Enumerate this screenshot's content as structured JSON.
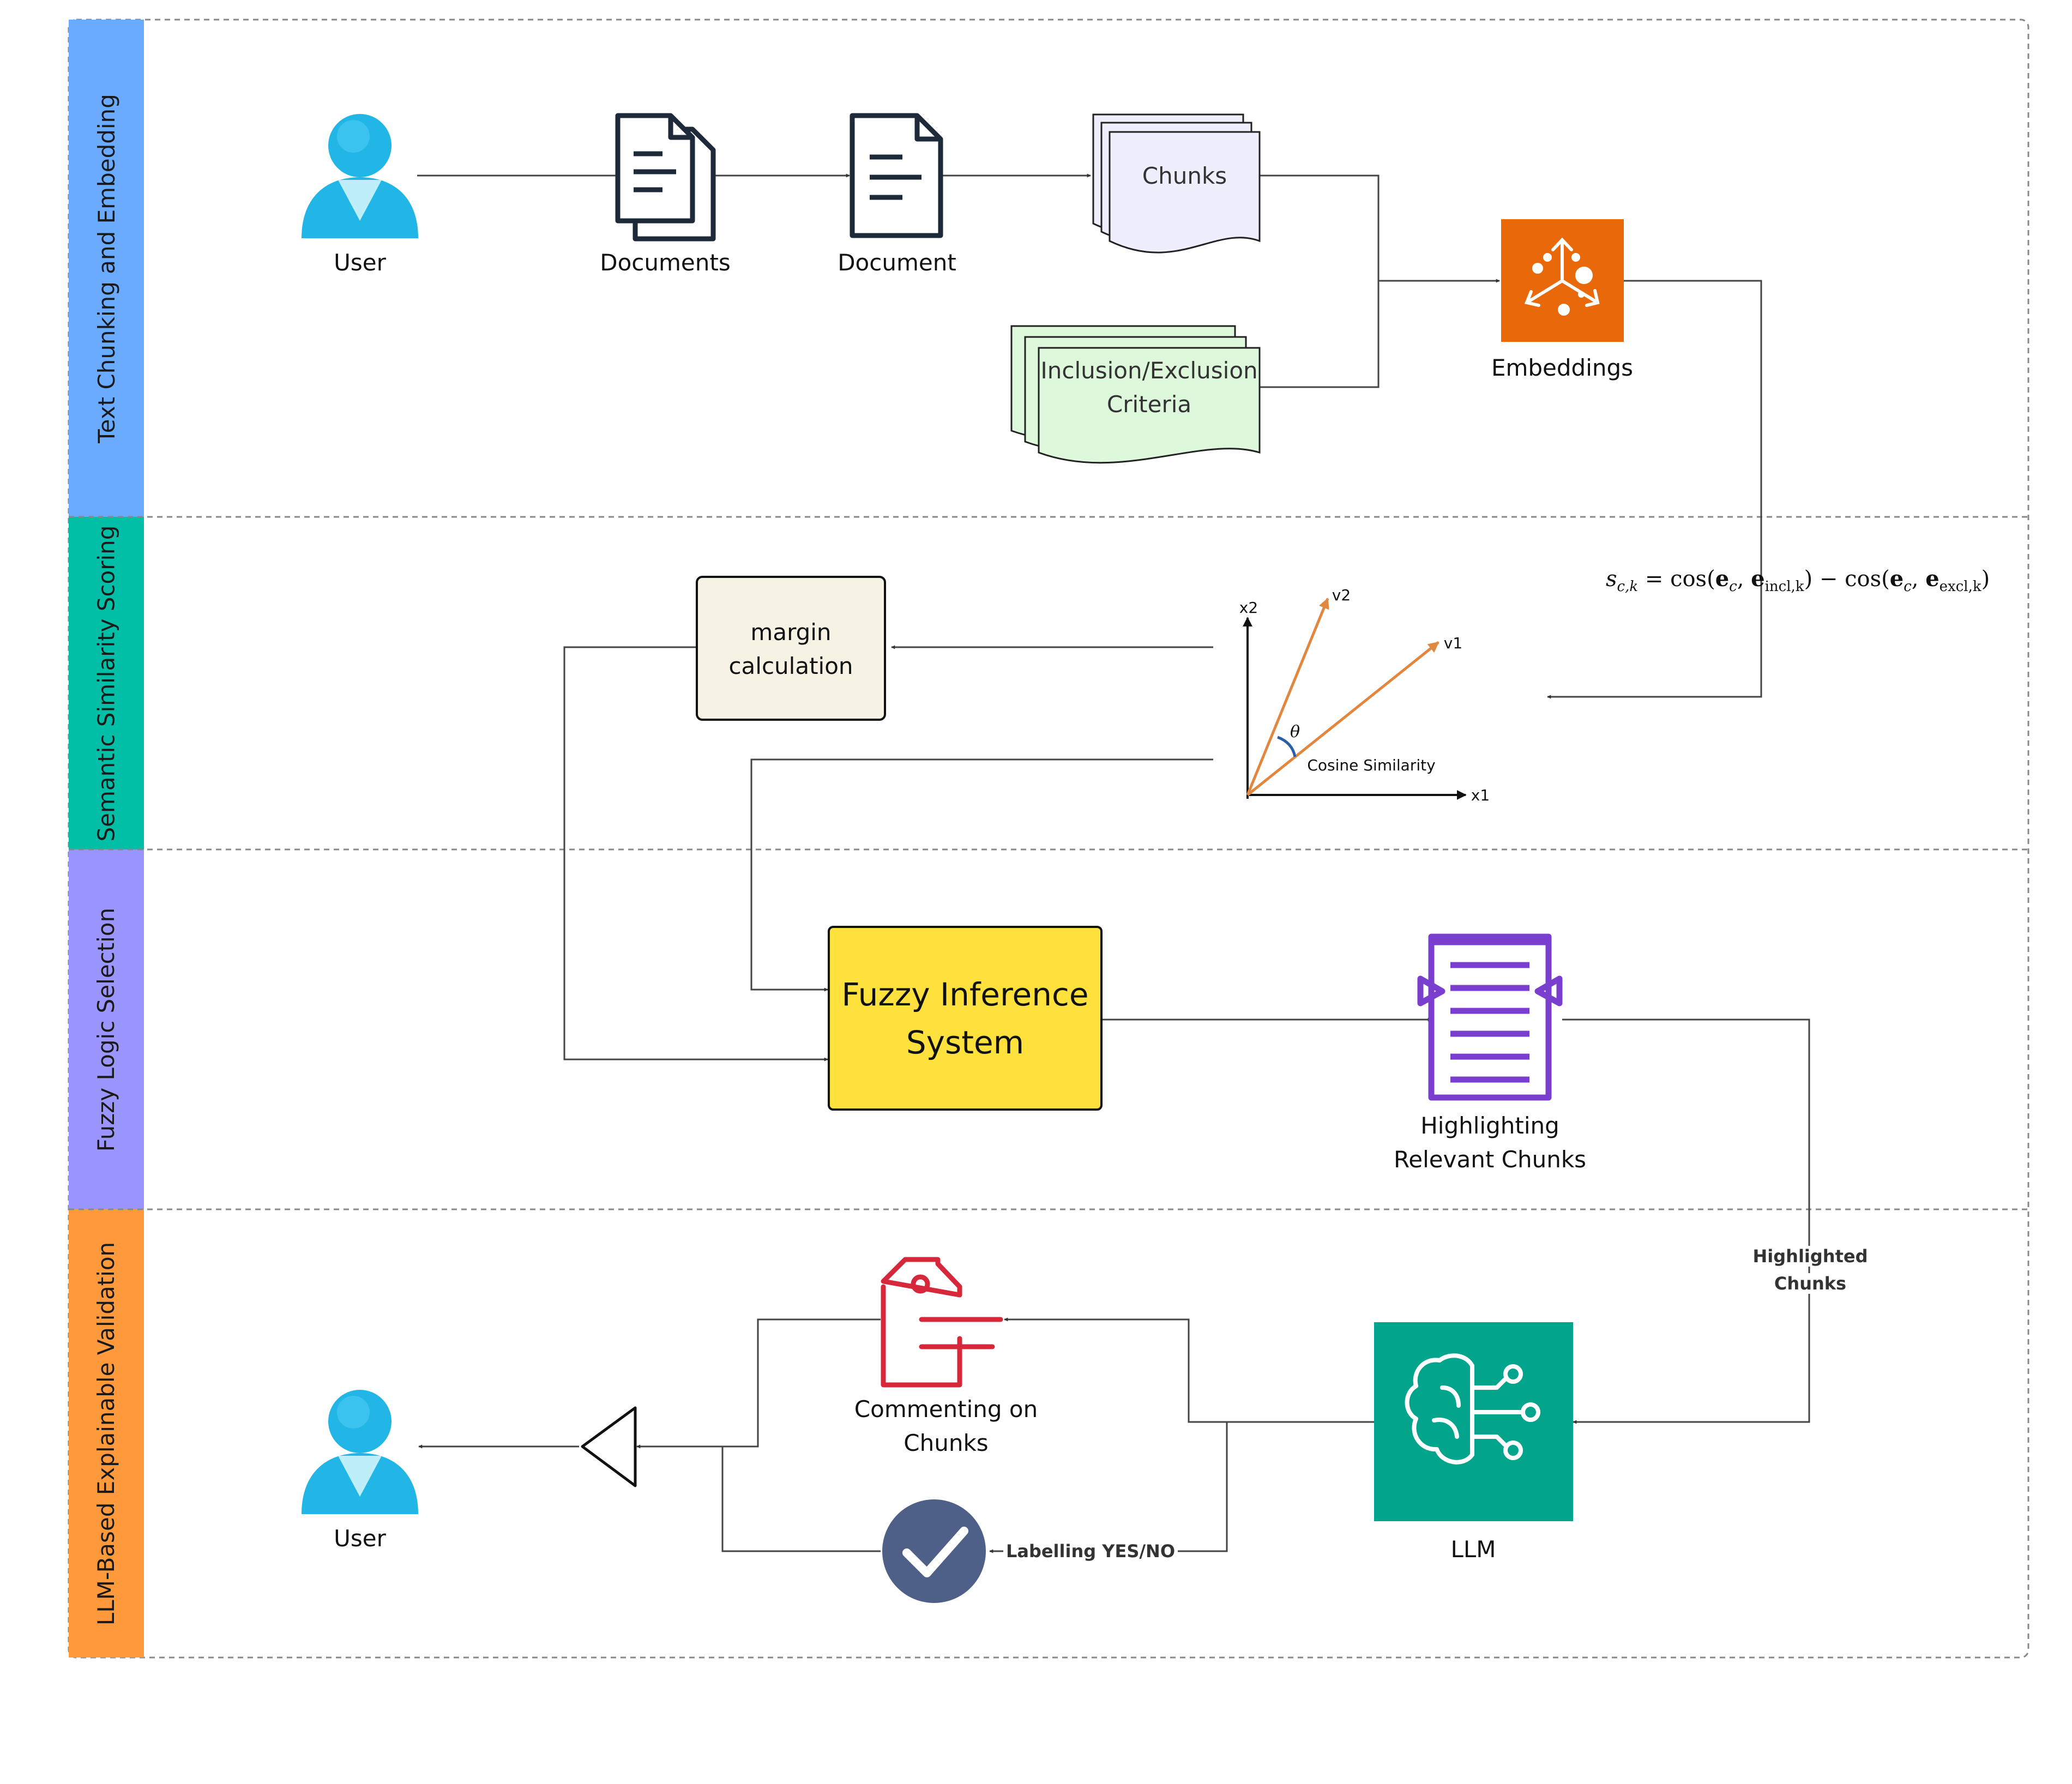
{
  "lanes": [
    {
      "label": "Text Chunking and Embedding",
      "color": "#6aabff"
    },
    {
      "label": "Semantic Similarity Scoring",
      "color": "#00bfa6"
    },
    {
      "label": "Fuzzy Logic Selection",
      "color": "#9b96ff"
    },
    {
      "label": "LLM-Based Explainable Validation",
      "color": "#ff9a3c"
    }
  ],
  "nodes": {
    "user_top": "User",
    "documents": "Documents",
    "document": "Document",
    "chunks": "Chunks",
    "criteria_line1": "Inclusion/Exclusion",
    "criteria_line2": "Criteria",
    "embeddings": "Embeddings",
    "margin_line1": "margin",
    "margin_line2": "calculation",
    "fis_line1": "Fuzzy Inference",
    "fis_line2": "System",
    "highlighting_line1": "Highlighting",
    "highlighting_line2": "Relevant Chunks",
    "commenting_line1": "Commenting on",
    "commenting_line2": "Chunks",
    "llm": "LLM",
    "user_bottom": "User"
  },
  "edge_labels": {
    "highlighted_line1": "Highlighted",
    "highlighted_line2": "Chunks",
    "labelling": "Labelling YES/NO"
  },
  "vector_plot": {
    "x_axis": "x1",
    "y_axis": "x2",
    "v1": "v1",
    "v2": "v2",
    "theta": "θ",
    "caption": "Cosine Similarity"
  },
  "formula": {
    "lhs": "s",
    "lhs_sub": "c,k",
    "eq": " = cos(",
    "e1": "e",
    "e1_sub": "c",
    "sep1": ", ",
    "e2": "e",
    "e2_sub": "incl,k",
    "mid": ") − cos(",
    "e3": "e",
    "e3_sub": "c",
    "sep2": ", ",
    "e4": "e",
    "e4_sub": "excl,k",
    "end": ")"
  },
  "colors": {
    "embeddings": "#e8680a",
    "llm": "#02a58b",
    "fis": "#ffe13d",
    "margin_box": "#f6f3e4",
    "chunks": "#eeeefc",
    "criteria": "#def8dc",
    "user": "#22b6e6",
    "tag": "#d7283b",
    "check": "#4f6088",
    "highlight_icon": "#7a3fcf",
    "vector": "#e1873f"
  }
}
